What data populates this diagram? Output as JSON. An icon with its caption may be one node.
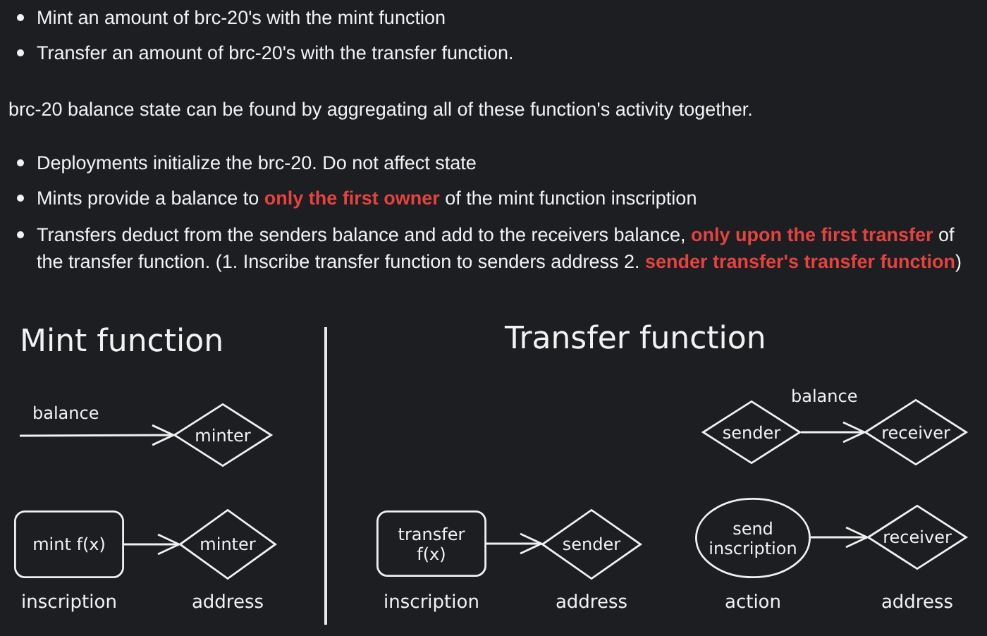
{
  "diagram": {
    "nodes": [
      {
        "text": [
          "minter"
        ]
      },
      {
        "text": [
          "mint f(x)"
        ],
        "beside": [
          "inscription"
        ]
      },
      {
        "text": [
          "minter"
        ],
        "beside": [
          "address"
        ]
      },
      {
        "text": [
          "transfer f(x)"
        ],
        "beside": [
          "inscription"
        ]
      },
      {
        "text": [
          "sender"
        ],
        "beside": [
          "address"
        ]
      },
      {
        "text": [
          "sender"
        ]
      },
      {
        "text": [
          "receiver"
        ]
      },
      {
        "text": [
          "send inscription"
        ],
        "beside": [
          "action"
        ]
      },
      {
        "text": [
          "receiver"
        ],
        "beside": [
          "address"
        ]
      }
    ],
    "edges": [
      {
        "from": null,
        "to": 0,
        "arrow": "to",
        "label": "balance"
      },
      {
        "from": 1,
        "to": 2,
        "arrow": "to"
      },
      {
        "from": 3,
        "to": 4,
        "arrow": "to"
      },
      {
        "from": 5,
        "to": 6,
        "arrow": "to",
        "label": "balance"
      },
      {
        "from": 7,
        "to": 8,
        "arrow": "to"
      }
    ],
    "labels": [
      "Mint an amount of brc-20's with the mint function",
      "Transfer an amount of brc-20's with the transfer function.",
      "brc-20 balance state can be found by aggregating all of these function's activity together.",
      "Deployments initialize the brc-20. Do not affect state",
      "Mints provide a balance to **only the first owner** of the mint function inscription",
      "Transfers deduct from the senders balance and add to the receivers balance, **only upon the first transfer** of the transfer function. (1. Inscribe transfer function to senders address 2. **sender transfer's transfer function**)",
      "Mint function",
      "Transfer function"
    ]
  }
}
